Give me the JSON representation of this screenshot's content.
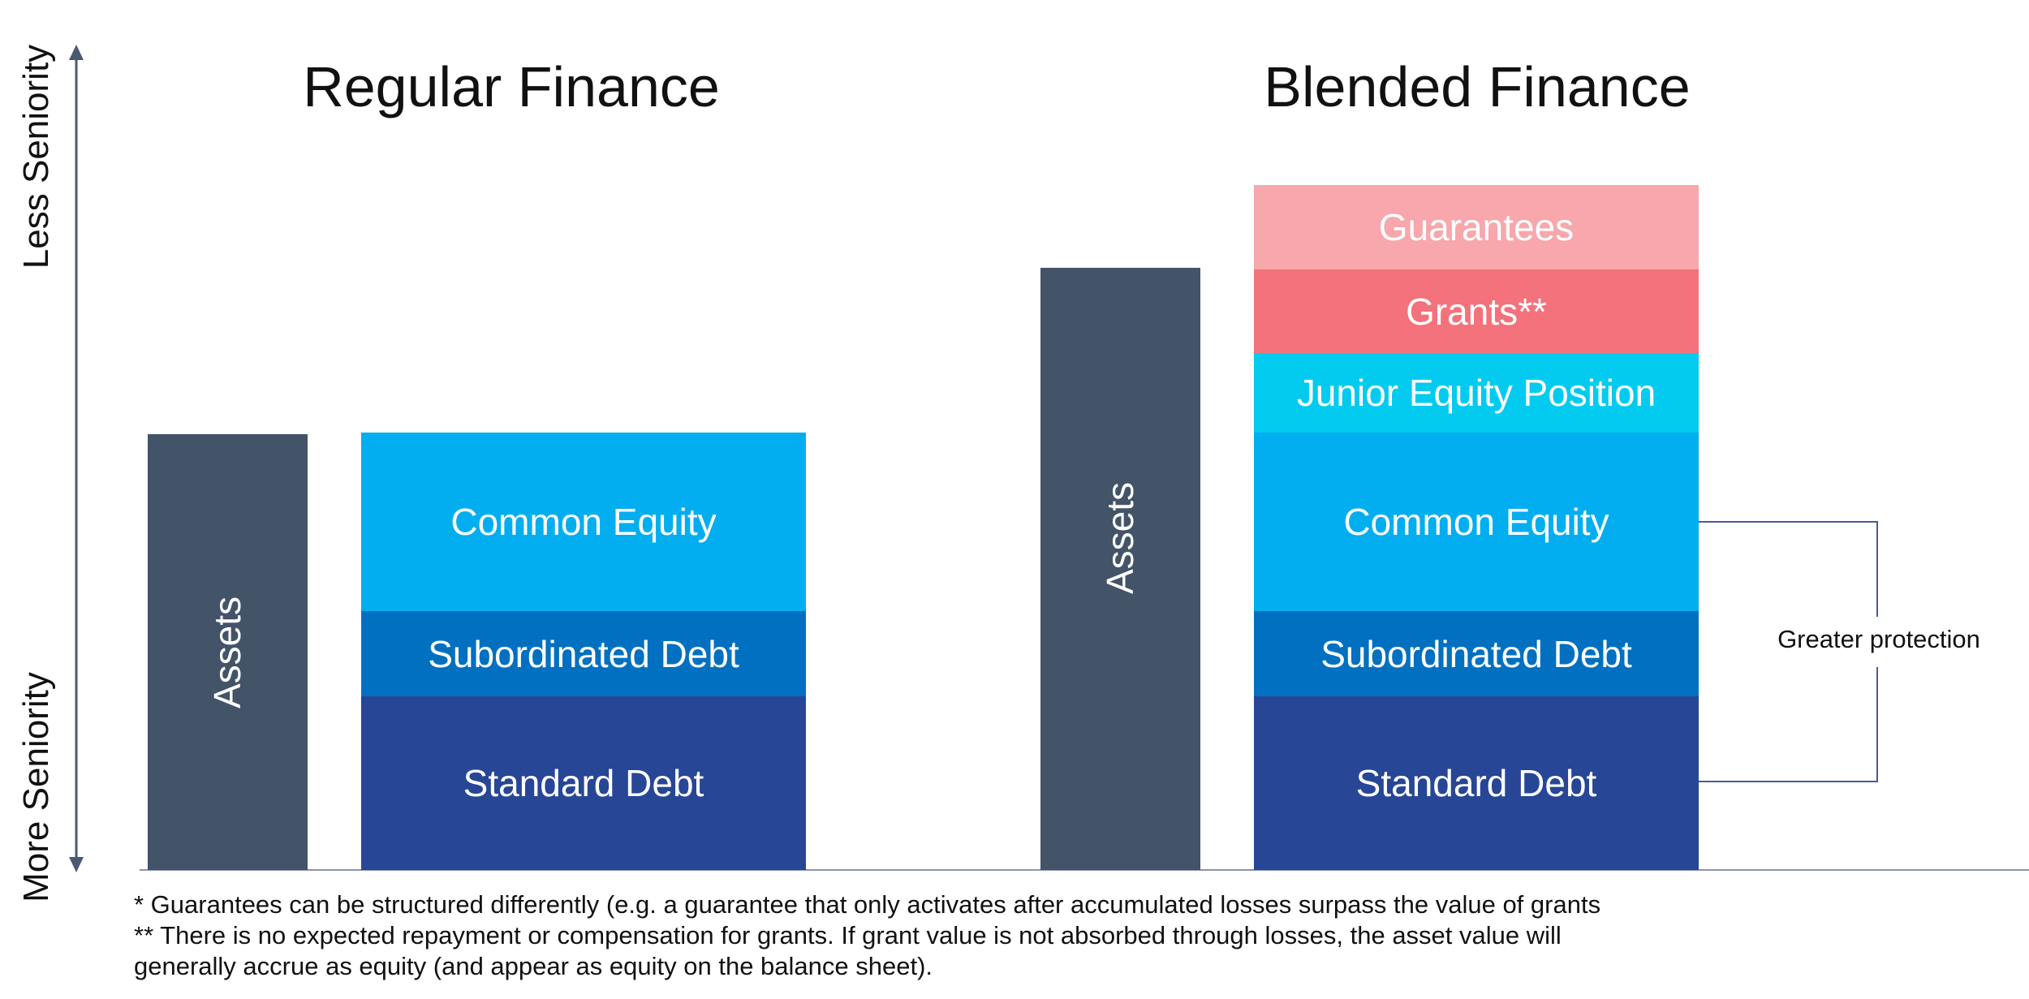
{
  "titles": {
    "regular": "Regular Finance",
    "blended": "Blended Finance"
  },
  "axis": {
    "top_label": "Less Seniority",
    "bottom_label": "More Seniority"
  },
  "regular": {
    "assets_label": "Assets",
    "stack": [
      {
        "label": "Common Equity",
        "color": "#02aeef"
      },
      {
        "label": "Subordinated Debt",
        "color": "#0270c0"
      },
      {
        "label": "Standard Debt",
        "color": "#274696"
      }
    ]
  },
  "blended": {
    "assets_label": "Assets",
    "stack": [
      {
        "label": "Guarantees",
        "color": "#f8a7ac"
      },
      {
        "label": "Grants**",
        "color": "#f3727b"
      },
      {
        "label": "Junior Equity Position",
        "color": "#02cbef"
      },
      {
        "label": "Common Equity",
        "color": "#02aeef"
      },
      {
        "label": "Subordinated Debt",
        "color": "#0270c0"
      },
      {
        "label": "Standard Debt",
        "color": "#274696"
      }
    ],
    "bracket_label": "Greater protection"
  },
  "colors": {
    "assets": "#435368",
    "axis_line": "#4a5a75",
    "baseline": "#8a93b0"
  },
  "footnotes": [
    "* Guarantees can be structured differently (e.g. a guarantee that only activates after accumulated losses surpass the value of grants",
    "** There is no expected repayment or compensation for grants. If grant value is not absorbed through losses, the asset value will",
    "generally accrue as equity (and appear as equity on the balance sheet)."
  ]
}
